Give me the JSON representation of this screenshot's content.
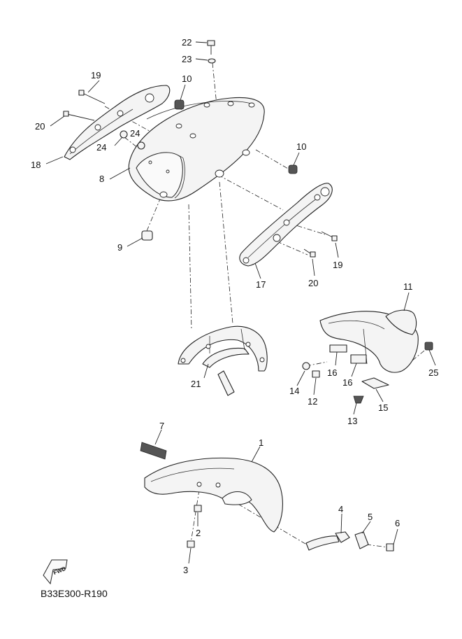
{
  "diagram": {
    "code": "B33E300-R190",
    "fwd_label": "FWD",
    "callouts": [
      {
        "id": "c22",
        "text": "22"
      },
      {
        "id": "c23",
        "text": "23"
      },
      {
        "id": "c19a",
        "text": "19"
      },
      {
        "id": "c10a",
        "text": "10"
      },
      {
        "id": "c20a",
        "text": "20"
      },
      {
        "id": "c24a",
        "text": "24"
      },
      {
        "id": "c24b",
        "text": "24"
      },
      {
        "id": "c18",
        "text": "18"
      },
      {
        "id": "c8",
        "text": "8"
      },
      {
        "id": "c10b",
        "text": "10"
      },
      {
        "id": "c9",
        "text": "9"
      },
      {
        "id": "c19b",
        "text": "19"
      },
      {
        "id": "c20b",
        "text": "20"
      },
      {
        "id": "c17",
        "text": "17"
      },
      {
        "id": "c11",
        "text": "11"
      },
      {
        "id": "c16a",
        "text": "16"
      },
      {
        "id": "c16b",
        "text": "16"
      },
      {
        "id": "c25",
        "text": "25"
      },
      {
        "id": "c14",
        "text": "14"
      },
      {
        "id": "c12",
        "text": "12"
      },
      {
        "id": "c15",
        "text": "15"
      },
      {
        "id": "c13",
        "text": "13"
      },
      {
        "id": "c21",
        "text": "21"
      },
      {
        "id": "c7",
        "text": "7"
      },
      {
        "id": "c1",
        "text": "1"
      },
      {
        "id": "c2",
        "text": "2"
      },
      {
        "id": "c3",
        "text": "3"
      },
      {
        "id": "c4",
        "text": "4"
      },
      {
        "id": "c5",
        "text": "5"
      },
      {
        "id": "c6",
        "text": "6"
      }
    ]
  }
}
